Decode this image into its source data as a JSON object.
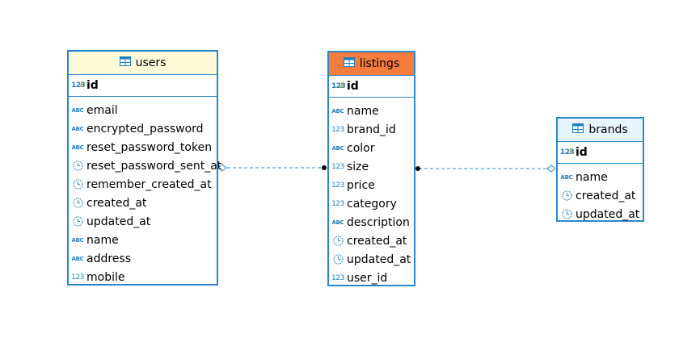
{
  "colors": {
    "border": "#2b88c8",
    "users_header": "#fffbd8",
    "listings_header": "#f47c3c",
    "brands_header": "#e6f4ff",
    "connector": "#2b88c8"
  },
  "tables": {
    "users": {
      "name": "users",
      "pk": {
        "name": "id",
        "type_icon": "numeric-key-icon"
      },
      "columns": [
        {
          "name": "email",
          "type": "text"
        },
        {
          "name": "encrypted_password",
          "type": "text"
        },
        {
          "name": "reset_password_token",
          "type": "text"
        },
        {
          "name": "reset_password_sent_at",
          "type": "datetime"
        },
        {
          "name": "remember_created_at",
          "type": "datetime"
        },
        {
          "name": "created_at",
          "type": "datetime"
        },
        {
          "name": "updated_at",
          "type": "datetime"
        },
        {
          "name": "name",
          "type": "text"
        },
        {
          "name": "address",
          "type": "text"
        },
        {
          "name": "mobile",
          "type": "numeric"
        }
      ]
    },
    "listings": {
      "name": "listings",
      "pk": {
        "name": "id",
        "type_icon": "numeric-key-icon"
      },
      "columns": [
        {
          "name": "name",
          "type": "text"
        },
        {
          "name": "brand_id",
          "type": "numeric"
        },
        {
          "name": "color",
          "type": "text"
        },
        {
          "name": "size",
          "type": "numeric"
        },
        {
          "name": "price",
          "type": "numeric"
        },
        {
          "name": "category",
          "type": "numeric"
        },
        {
          "name": "description",
          "type": "text"
        },
        {
          "name": "created_at",
          "type": "datetime"
        },
        {
          "name": "updated_at",
          "type": "datetime"
        },
        {
          "name": "user_id",
          "type": "numeric"
        }
      ]
    },
    "brands": {
      "name": "brands",
      "pk": {
        "name": "id",
        "type_icon": "numeric-key-icon"
      },
      "columns": [
        {
          "name": "name",
          "type": "text"
        },
        {
          "name": "created_at",
          "type": "datetime"
        },
        {
          "name": "updated_at",
          "type": "datetime"
        }
      ]
    }
  },
  "icon_glyphs": {
    "text": "ABC",
    "numeric": "123",
    "key": "123"
  },
  "relationships": [
    {
      "from": "listings",
      "to": "users",
      "style": "dashed"
    },
    {
      "from": "listings",
      "to": "brands",
      "style": "dashed"
    }
  ]
}
